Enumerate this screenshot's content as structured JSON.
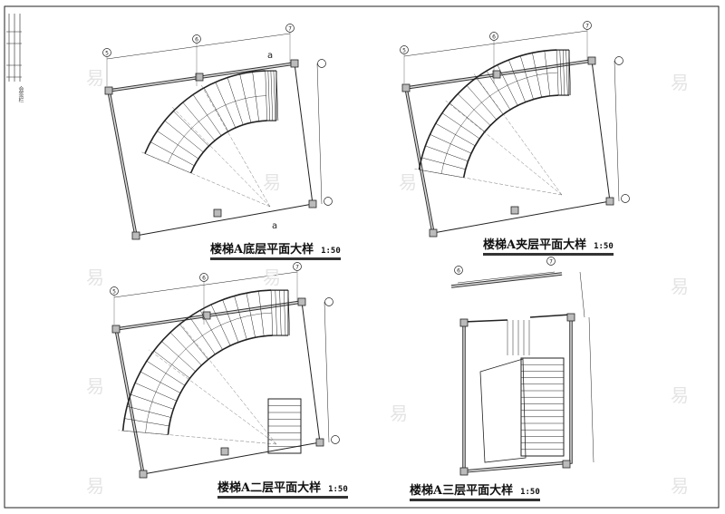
{
  "drawing": {
    "sheet_label": "会签栏",
    "watermark": "易",
    "plans": [
      {
        "title": "楼梯A底层平面大样",
        "scale": "1:50",
        "axes_top": [
          "5",
          "6",
          "7"
        ],
        "section_mark": "a"
      },
      {
        "title": "楼梯A夹层平面大样",
        "scale": "1:50",
        "axes_top": [
          "5",
          "6",
          "7"
        ]
      },
      {
        "title": "楼梯A二层平面大样",
        "scale": "1:50",
        "axes_top": [
          "5",
          "6",
          "7"
        ]
      },
      {
        "title": "楼梯A三层平面大样",
        "scale": "1:50",
        "axes_top": [
          "6",
          "7"
        ]
      }
    ]
  }
}
